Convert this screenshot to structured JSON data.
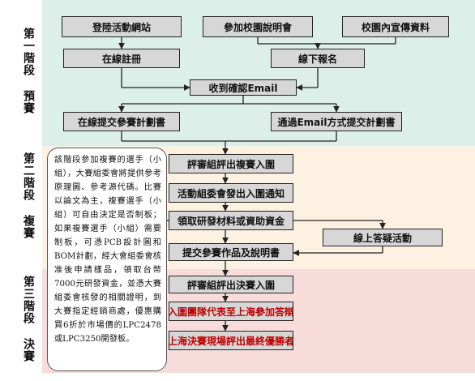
{
  "stages": [
    {
      "label": "第一階段 預賽"
    },
    {
      "label": "第二階段 複賽"
    },
    {
      "label": "第三階段 決賽"
    }
  ],
  "boxes": {
    "login": "登陸活動網站",
    "campus_session": "參加校園說明會",
    "campus_flyer": "校園內宣傳資料",
    "online_register": "在線註冊",
    "offline_signup": "線下報名",
    "confirm_email": "收到確認Email",
    "online_plan": "在線提交參賽計劃書",
    "email_plan": "通過Email方式提交計劃書",
    "review_semifinal": "評審組評出複賽入圍",
    "notice_semifinal": "活動組委會發出入圍通知",
    "receive_materials": "領取研發材料或資助資金",
    "online_qa": "線上答疑活動",
    "submit_work": "提交參賽作品及說明書",
    "review_final": "評審組評出決賽入圍",
    "shanghai_defense": "入圍團隊代表至上海參加答辯",
    "shanghai_winner": "上海決賽現場評出最終優勝者"
  },
  "note": "該階段參加複賽的選手（小組），大賽組委會將提供參考原理圖、參考源代碼。比賽以論文為主，複賽選手（小組）可自由決定是否制板；如果複賽選手（小組）需要制板，可憑PCB設計圖和BOM計劃，經大會組委會核准後申請樣品，領取台幣7000元研發資金，並憑大賽組委會核發的相關證明，到大賽指定經銷商處，優惠購買6折於市場價的LPC2478或LPC3250開發板。"
}
